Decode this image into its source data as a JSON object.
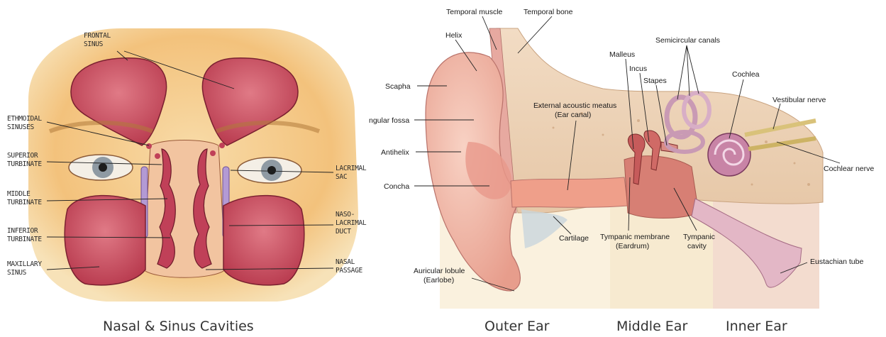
{
  "nasal": {
    "labels": {
      "frontal_sinus_1": "FRONTAL",
      "frontal_sinus_2": "SINUS",
      "ethmoidal_1": "ETHMOIDAL",
      "ethmoidal_2": "SINUSES",
      "superior_1": "SUPERIOR",
      "superior_2": "TURBINATE",
      "middle_1": "MIDDLE",
      "middle_2": "TURBINATE",
      "inferior_1": "INFERIOR",
      "inferior_2": "TURBINATE",
      "maxillary_1": "MAXILLARY",
      "maxillary_2": "SINUS",
      "lacrimal_1": "LACRIMAL",
      "lacrimal_2": "SAC",
      "naso_1": "NASO-",
      "naso_2": "LACRIMAL",
      "naso_3": "DUCT",
      "nasal_passage_1": "NASAL",
      "nasal_passage_2": "PASSAGE"
    },
    "caption": "Nasal & Sinus Cavities"
  },
  "ear": {
    "labels": {
      "temporal_muscle": "Temporal muscle",
      "temporal_bone": "Temporal bone",
      "helix": "Helix",
      "scapha": "Scapha",
      "triangular_fossa": "ngular fossa",
      "antihelix": "Antihelix",
      "concha": "Concha",
      "auricular_lobule_1": "Auricular lobule",
      "auricular_lobule_2": "(Earlobe)",
      "external_meatus_1": "External acoustic meatus",
      "external_meatus_2": "(Ear canal)",
      "cartilage": "Cartilage",
      "malleus": "Malleus",
      "incus": "Incus",
      "stapes": "Stapes",
      "semicircular": "Semicircular canals",
      "cochlea": "Cochlea",
      "vestibular_nerve": "Vestibular nerve",
      "cochlear_nerve": "Cochlear nerve",
      "tympanic_membrane_1": "Tympanic membrane",
      "tympanic_membrane_2": "(Eardrum)",
      "tympanic_cavity_1": "Tympanic",
      "tympanic_cavity_2": "cavity",
      "eustachian_tube": "Eustachian tube"
    },
    "captions": {
      "outer": "Outer Ear",
      "middle": "Middle Ear",
      "inner": "Inner Ear"
    }
  },
  "colors": {
    "skin": "#f6d29a",
    "sinus_fill": "#c8485a",
    "ear_skin": "#f1b8a8",
    "bone": "#efd7bd",
    "middle_zone": "#f7ead0",
    "inner_zone": "#f3dccf"
  }
}
